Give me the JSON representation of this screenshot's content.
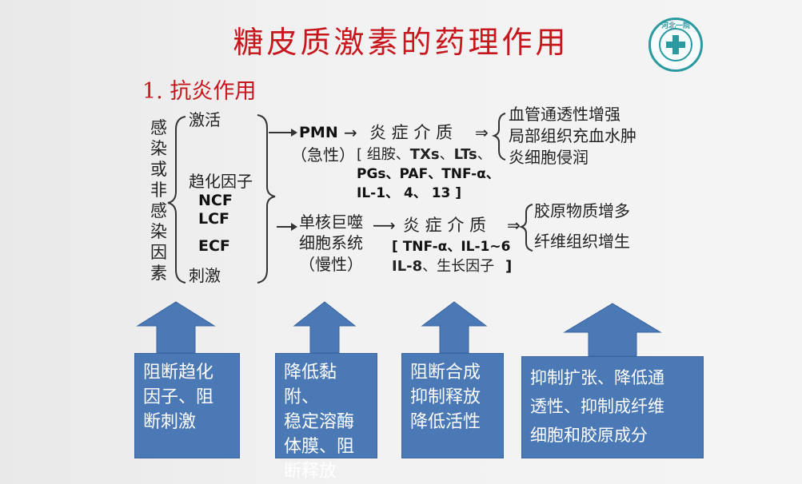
{
  "title": "糖皮质激素的药理作用",
  "subtitle": "1. 抗炎作用",
  "logo": {
    "text": "河北一院",
    "accent": "#2a9aa0"
  },
  "left_causes": {
    "vertical_label_chars": [
      "感",
      "染",
      "或",
      "非",
      "感",
      "染",
      "因",
      "素"
    ],
    "activation": "激活",
    "chemotactic": "趋化因子",
    "ncf": "NCF",
    "lcf": "LCF",
    "ecf": "ECF",
    "stimulus": "刺激"
  },
  "acute_pathway": {
    "cell": "PMN",
    "arrow": "→",
    "mode": "（急性）",
    "mediator": "炎 症 介 质",
    "implies": "⇒",
    "mediator_list_1_open": "[ 组胺、",
    "mediator_list_1_txs": "TXs",
    "mediator_list_1_sep": "、",
    "mediator_list_1_lts": "LTs",
    "mediator_list_1_end": "、",
    "mediator_list_2": "PGs、PAF、TNF-α、",
    "mediator_list_3": "IL-1、 4、 13 ]",
    "effects": [
      "血管通透性增强",
      "局部组织充血水肿",
      "炎细胞侵润"
    ]
  },
  "chronic_pathway": {
    "cell_line1": "单核巨噬",
    "cell_line2": "细胞系统",
    "mode": "（慢性）",
    "arrow": "⟶",
    "mediator": "炎 症 介 质",
    "implies": "⇒",
    "mediator_list_1": "[ TNF-α、IL-1~6",
    "mediator_list_2_bold": "IL-8",
    "mediator_list_2_rest": "、生长因子",
    "mediator_list_2_close": "]",
    "effects": [
      "胶原物质增多",
      "纤维组织增生"
    ]
  },
  "actions": [
    "阻断趋化\n因子、阻\n断刺激",
    "降低黏附、\n稳定溶酶\n体膜、阻\n断释放",
    "阻断合成\n抑制释放\n降低活性",
    "抑制扩张、降低通\n透性、抑制成纤维\n细胞和胶原成分"
  ],
  "colors": {
    "title_red": "#c8161d",
    "arrow_blue": "#4a79b6",
    "arrow_border": "#3a659e",
    "text": "#222222"
  }
}
